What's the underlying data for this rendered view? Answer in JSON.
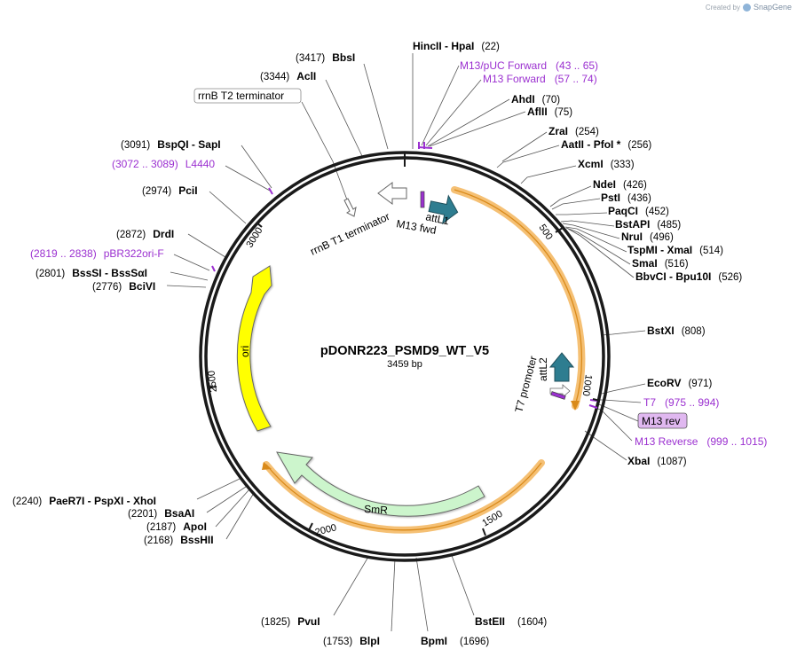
{
  "credit": {
    "prefix": "Created by",
    "brand": "SnapGene"
  },
  "plasmid": {
    "name": "pDONR223_PSMD9_WT_V5",
    "size_label": "3459 bp",
    "length": 3459
  },
  "ticks": [
    "500",
    "1000",
    "1500",
    "2000",
    "2500",
    "3000"
  ],
  "sites": [
    {
      "name": "HincII",
      "name2": "HpaI",
      "pos": "(22)",
      "bp": 22
    },
    {
      "name": "AhdI",
      "pos": "(70)",
      "bp": 70
    },
    {
      "name": "AflII",
      "pos": "(75)",
      "bp": 75
    },
    {
      "name": "ZraI",
      "pos": "(254)",
      "bp": 254
    },
    {
      "name": "AatII",
      "name2": "PfoI *",
      "pos": "(256)",
      "bp": 256
    },
    {
      "name": "XcmI",
      "pos": "(333)",
      "bp": 333
    },
    {
      "name": "NdeI",
      "pos": "(426)",
      "bp": 426
    },
    {
      "name": "PstI",
      "pos": "(436)",
      "bp": 436
    },
    {
      "name": "PaqCI",
      "pos": "(452)",
      "bp": 452
    },
    {
      "name": "BstAPI",
      "pos": "(485)",
      "bp": 485
    },
    {
      "name": "NruI",
      "pos": "(496)",
      "bp": 496
    },
    {
      "name": "TspMI",
      "name2": "XmaI",
      "pos": "(514)",
      "bp": 514
    },
    {
      "name": "SmaI",
      "pos": "(516)",
      "bp": 516
    },
    {
      "name": "BbvCI",
      "name2": "Bpu10I",
      "pos": "(526)",
      "bp": 526
    },
    {
      "name": "BstXI",
      "pos": "(808)",
      "bp": 808
    },
    {
      "name": "EcoRV",
      "pos": "(971)",
      "bp": 971
    },
    {
      "name": "XbaI",
      "pos": "(1087)",
      "bp": 1087
    },
    {
      "name": "BstEII",
      "pos": "(1604)",
      "bp": 1604
    },
    {
      "name": "BpmI",
      "pos": "(1696)",
      "bp": 1696
    },
    {
      "name": "BlpI",
      "pos": "(1753)",
      "bp": 1753
    },
    {
      "name": "PvuI",
      "pos": "(1825)",
      "bp": 1825
    },
    {
      "name": "BssHII",
      "pos": "(2168)",
      "bp": 2168
    },
    {
      "name": "ApoI",
      "pos": "(2187)",
      "bp": 2187
    },
    {
      "name": "BsaAI",
      "pos": "(2201)",
      "bp": 2201
    },
    {
      "name": "PaeR7I",
      "name2": "PspXI",
      "name3": "XhoI",
      "pos": "(2240)",
      "bp": 2240
    },
    {
      "name": "BciVI",
      "pos": "(2776)",
      "bp": 2776
    },
    {
      "name": "BssSI",
      "name2": "BssSαI",
      "pos": "(2801)",
      "bp": 2801
    },
    {
      "name": "DrdI",
      "pos": "(2872)",
      "bp": 2872
    },
    {
      "name": "PciI",
      "pos": "(2974)",
      "bp": 2974
    },
    {
      "name": "BspQI",
      "name2": "SapI",
      "pos": "(3091)",
      "bp": 3091
    },
    {
      "name": "AclI",
      "pos": "(3344)",
      "bp": 3344
    },
    {
      "name": "BbsI",
      "pos": "(3417)",
      "bp": 3417
    }
  ],
  "primers": [
    {
      "name": "M13/pUC Forward",
      "range": "(43 .. 65)",
      "bp": 54
    },
    {
      "name": "M13 Forward",
      "range": "(57 .. 74)",
      "bp": 65
    },
    {
      "name": "T7",
      "range": "(975 .. 994)",
      "bp": 984
    },
    {
      "name": "M13 rev",
      "range": "",
      "bp": 998
    },
    {
      "name": "M13 Reverse",
      "range": "(999 .. 1015)",
      "bp": 1007
    },
    {
      "name": "pBR322ori-F",
      "range": "(2819 .. 2838)",
      "bp": 2828
    },
    {
      "name": "L4440",
      "range": "(3072 .. 3089)",
      "bp": 3080
    }
  ],
  "features": {
    "rrnB_T2": "rrnB T2 terminator",
    "rrnB_T1": "rrnB T1 terminator",
    "attL1": "attL1",
    "m13fwd": "M13 fwd",
    "attL2": "attL2",
    "t7promoter": "T7 promoter",
    "ori": "ori",
    "smr": "SmR"
  },
  "colors": {
    "backbone": "#1a1a1a",
    "orf_outline": "#f5c074",
    "orf_line": "#d98a1a",
    "ori": "#ffff00",
    "smr": "#ccf5cc",
    "att": "#2e7d90",
    "primer": "#9b30d0",
    "m13rev_box": "#e0b8f0"
  }
}
